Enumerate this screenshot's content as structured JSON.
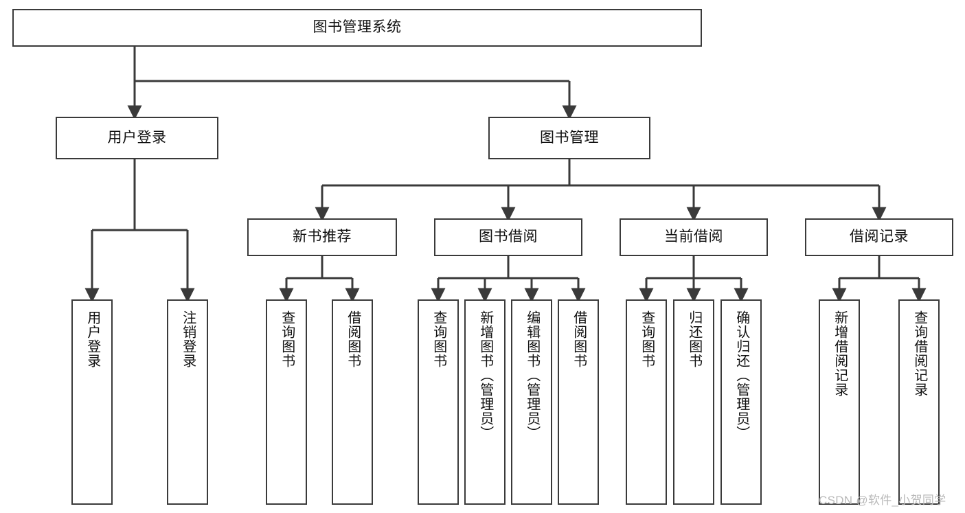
{
  "diagram": {
    "title": "图书管理系统",
    "type": "tree-hierarchy-diagram",
    "watermark": "CSDN @软件_小贺同学",
    "colors": {
      "background": "#ffffff",
      "node_border": "#3a3a3a",
      "node_fill": "#ffffff",
      "text": "#111111",
      "edge": "#3a3a3a",
      "watermark": "#b9b9b9"
    },
    "root": {
      "label": "图书管理系统"
    },
    "level2": [
      {
        "label": "用户登录"
      },
      {
        "label": "图书管理"
      }
    ],
    "level3": [
      {
        "label": "新书推荐"
      },
      {
        "label": "图书借阅"
      },
      {
        "label": "当前借阅"
      },
      {
        "label": "借阅记录"
      }
    ],
    "leaves": {
      "user_login": [
        {
          "label": "用户登录"
        },
        {
          "label": "注销登录"
        }
      ],
      "new_book_recommend": [
        {
          "label": "查询图书"
        },
        {
          "label": "借阅图书"
        }
      ],
      "book_borrow": [
        {
          "label": "查询图书"
        },
        {
          "label": "新增图书（管理员）"
        },
        {
          "label": "编辑图书（管理员）"
        },
        {
          "label": "借阅图书"
        }
      ],
      "current_borrow": [
        {
          "label": "查询图书"
        },
        {
          "label": "归还图书"
        },
        {
          "label": "确认归还（管理员）"
        }
      ],
      "borrow_record": [
        {
          "label": "新增借阅记录"
        },
        {
          "label": "查询借阅记录"
        }
      ]
    }
  }
}
